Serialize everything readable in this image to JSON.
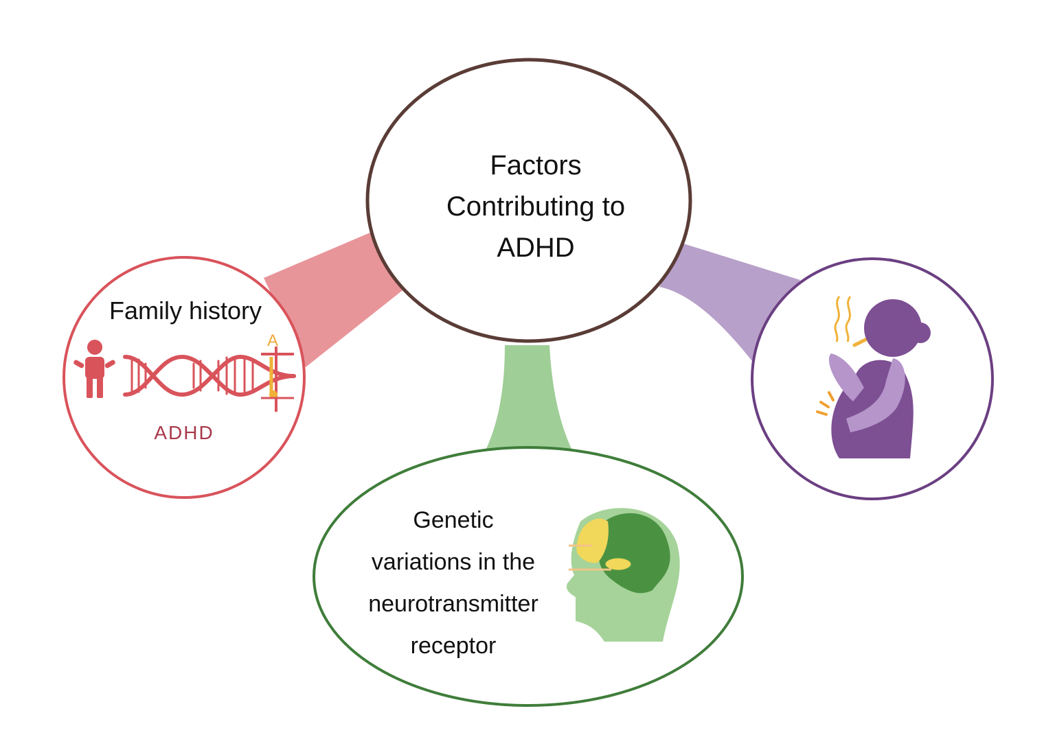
{
  "central": {
    "title_lines": [
      "Factors",
      "Contributing to",
      "ADHD"
    ]
  },
  "factors": [
    {
      "id": "family-history",
      "label": "Family history",
      "icon_text": {
        "gene_letter": "A",
        "caption": "ADHD"
      },
      "icon": "family-dna-icon",
      "color": "#d9535b"
    },
    {
      "id": "genetic-variations",
      "label_lines": [
        "Genetic",
        "variations in the",
        "neurotransmitter",
        "receptor"
      ],
      "icon": "brain-head-icon",
      "color": "#3f7d3a"
    },
    {
      "id": "prenatal-smoking",
      "icon": "pregnant-smoking-icon",
      "color": "#6b3f82"
    }
  ],
  "colors": {
    "central_border": "#5a3c36",
    "red_connector": "#e8959a",
    "green_connector": "#9fce97",
    "purple_connector": "#b7a0c9",
    "red_border": "#d9535b",
    "green_border": "#3f7d3a",
    "purple_border": "#6b3f82"
  }
}
